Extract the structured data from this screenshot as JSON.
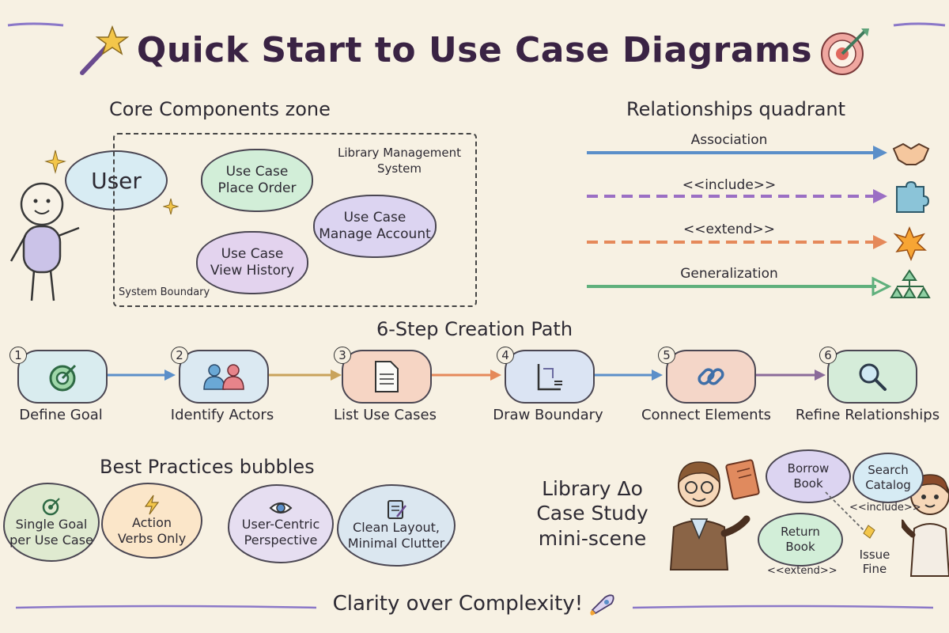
{
  "title": "Quick Start to Use Case Diagrams",
  "core": {
    "heading": "Core Components zone",
    "actor": "User",
    "system_name": "Library Management System",
    "boundary_label": "System Boundary",
    "use_cases": [
      {
        "line1": "Use Case",
        "line2": "Place Order"
      },
      {
        "line1": "Use Case",
        "line2": "Manage Account"
      },
      {
        "line1": "Use Case",
        "line2": "View History"
      }
    ]
  },
  "relationships": {
    "heading": "Relationships quadrant",
    "items": [
      {
        "label": "Association",
        "color": "#5b8fc9",
        "style": "solid",
        "icon": "handshake-icon"
      },
      {
        "label": "<<include>>",
        "color": "#9b6fc4",
        "style": "dashed",
        "icon": "puzzle-icon"
      },
      {
        "label": "<<extend>>",
        "color": "#e5895a",
        "style": "dashed",
        "icon": "burst-icon"
      },
      {
        "label": "Generalization",
        "color": "#5fb07c",
        "style": "solid",
        "icon": "hierarchy-icon"
      }
    ]
  },
  "path": {
    "heading": "6-Step Creation Path",
    "steps": [
      {
        "num": "1",
        "label": "Define Goal",
        "icon": "target-icon",
        "color": "#d9ecef"
      },
      {
        "num": "2",
        "label": "Identify Actors",
        "icon": "people-icon",
        "color": "#dbe9f2"
      },
      {
        "num": "3",
        "label": "List Use Cases",
        "icon": "document-icon",
        "color": "#f6d5c4"
      },
      {
        "num": "4",
        "label": "Draw Boundary",
        "icon": "boundary-icon",
        "color": "#dbe4f3"
      },
      {
        "num": "5",
        "label": "Connect Elements",
        "icon": "link-icon",
        "color": "#f4d6c8"
      },
      {
        "num": "6",
        "label": "Refine Relationships",
        "icon": "magnifier-icon",
        "color": "#d5ecd9"
      }
    ]
  },
  "best": {
    "heading": "Best Practices bubbles",
    "items": [
      {
        "line1": "Single Goal",
        "line2": "per Use Case",
        "icon": "target-icon",
        "color": "#dfead0"
      },
      {
        "line1": "Action",
        "line2": "Verbs Only",
        "icon": "lightning-icon",
        "color": "#fbe6c9"
      },
      {
        "line1": "User-Centric",
        "line2": "Perspective",
        "icon": "eye-icon",
        "color": "#e6def1"
      },
      {
        "line1": "Clean Layout,",
        "line2": "Minimal Clutter",
        "icon": "checklist-icon",
        "color": "#dbe7f0"
      }
    ]
  },
  "library": {
    "heading_l1": "Library Δo",
    "heading_l2": "Case Study",
    "heading_l3": "mini-scene",
    "borrow": {
      "line1": "Borrow",
      "line2": "Book"
    },
    "search": {
      "line1": "Search",
      "line2": "Catalog"
    },
    "return": {
      "line1": "Return",
      "line2": "Book"
    },
    "include_label": "<<include>>",
    "extend_label": "<<extend>>",
    "fine": {
      "line1": "Issue",
      "line2": "Fine"
    }
  },
  "footer": "Clarity over Complexity!"
}
